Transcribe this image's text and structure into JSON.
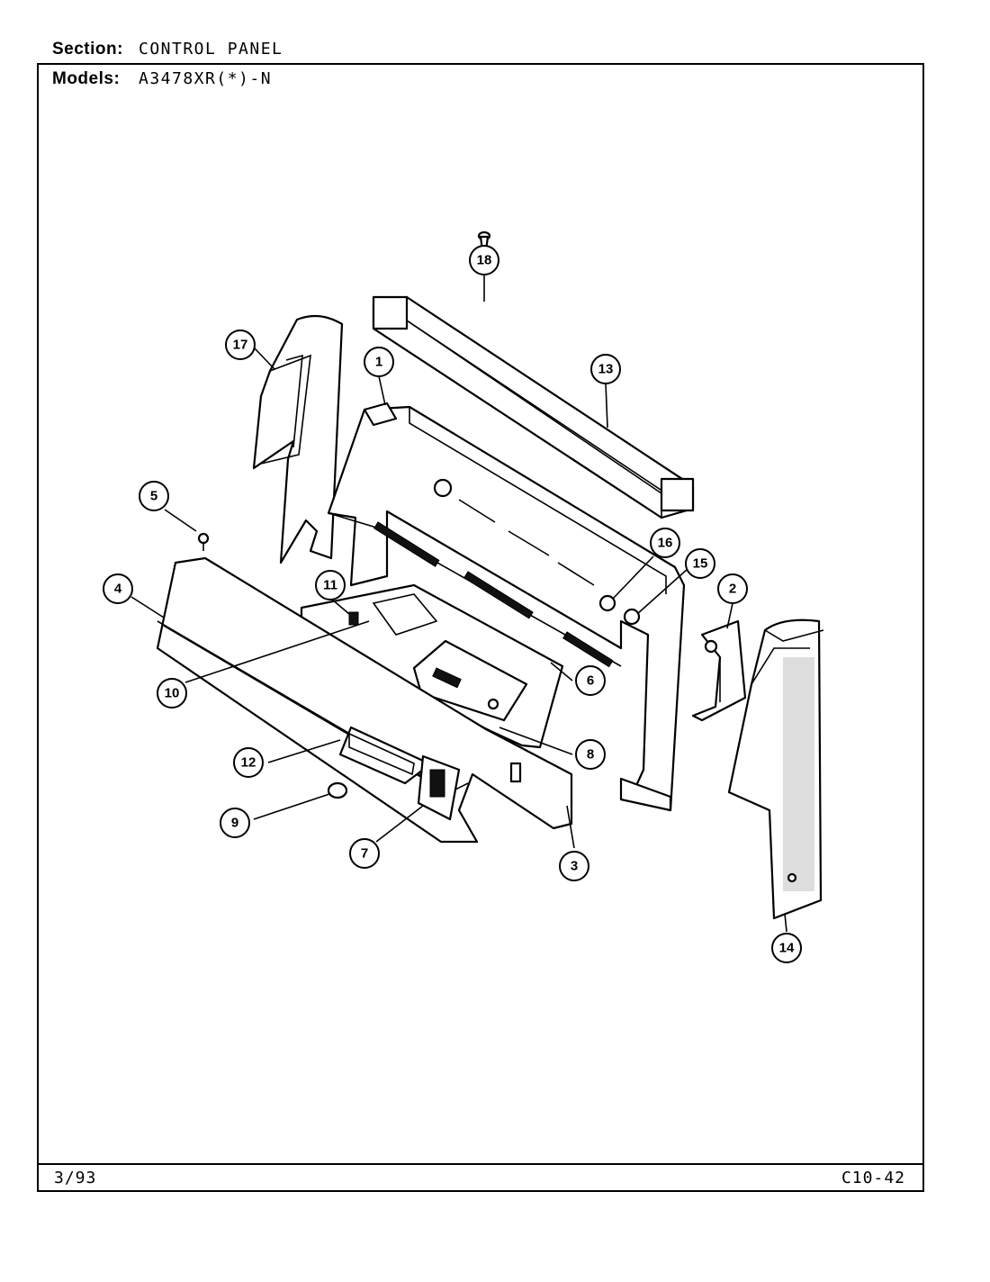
{
  "header": {
    "section_label": "Section:",
    "section_value": "CONTROL PANEL",
    "models_label": "Models:",
    "models_value": "A3478XR(*)-N"
  },
  "footer": {
    "date": "3/93",
    "page_code": "C10-42"
  },
  "callouts": [
    "1",
    "2",
    "3",
    "4",
    "5",
    "6",
    "7",
    "8",
    "9",
    "10",
    "11",
    "12",
    "13",
    "14",
    "15",
    "16",
    "17",
    "18"
  ]
}
